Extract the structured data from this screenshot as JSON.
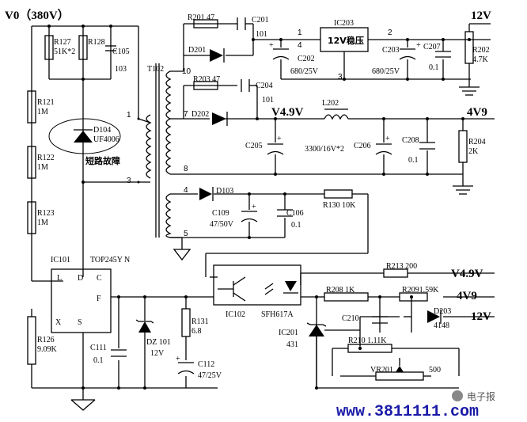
{
  "rails": {
    "v0": "V0（380V）",
    "out12": "12V",
    "out49": "4V9",
    "mid49": "V4.9V",
    "fb49": "V4.9V",
    "fb49b": "4V9",
    "fb12": "12V"
  },
  "parts": {
    "r127": "R127",
    "r127v": "51K*2",
    "r128": "R128",
    "c105": "C105",
    "c105v": "103",
    "r121": "R121",
    "r121v": "1M",
    "r122": "R122",
    "r122v": "1M",
    "r123": "R123",
    "r123v": "1M",
    "d104": "D104",
    "d104v": "UF4006",
    "fault": "短路故障",
    "t102": "T102",
    "r201": "R201  47",
    "c201": "C201",
    "c201v": "101",
    "d201": "D201",
    "ic203": "IC203",
    "ic203t": "12V稳压",
    "c202": "C202",
    "c202v": "680/25V",
    "c203": "C203",
    "c203v": "680/25V",
    "c207": "C207",
    "c207v": "0.1",
    "r202": "R202",
    "r202v": "4.7K",
    "r203": "R203  47",
    "c204": "C204",
    "c204v": "101",
    "d202": "D202",
    "l202": "L202",
    "c205": "C205",
    "c205v": "3300/16V*2",
    "c206": "C206",
    "c208": "C208",
    "c208v": "0.1",
    "r204": "R204",
    "r204v": "2K",
    "d103": "D103",
    "c109": "C109",
    "c109v": "47/50V",
    "c106": "C106",
    "c106v": "0.1",
    "r130": "R130 10K",
    "ic101": "IC101",
    "ic101t": "TOP245Y N",
    "pinL": "L",
    "pinD": "D",
    "pinC": "C",
    "pinF": "F",
    "pinX": "X",
    "pinS": "S",
    "r126": "R126",
    "r126v": "9.09K",
    "c111": "C111",
    "c111v": "0.1",
    "dz101": "DZ 101",
    "dz101v": "12V",
    "r131": "R131",
    "r131v": "6.8",
    "c112": "C112",
    "c112v": "47/25V",
    "ic102": "IC102",
    "sfh": "SFH617A",
    "r213": "R213 200",
    "r208": "R208  1K",
    "r209": "R2091.59K",
    "c210": "C210",
    "d203": "D203",
    "d203v": "4148",
    "ic201": "IC201",
    "ic201v": "431",
    "r210": "R210  1.11K",
    "vr201": "VR201",
    "vr201v": "500"
  },
  "pins": {
    "p1": "1",
    "p3": "3",
    "p10": "10",
    "p7": "7",
    "p8": "8",
    "p4": "4",
    "p5": "5",
    "ic1": "1",
    "ic2": "2",
    "ic3": "3",
    "ic4": "4"
  },
  "footer": {
    "url": "www.3811111.com",
    "watermark": "电子报"
  }
}
